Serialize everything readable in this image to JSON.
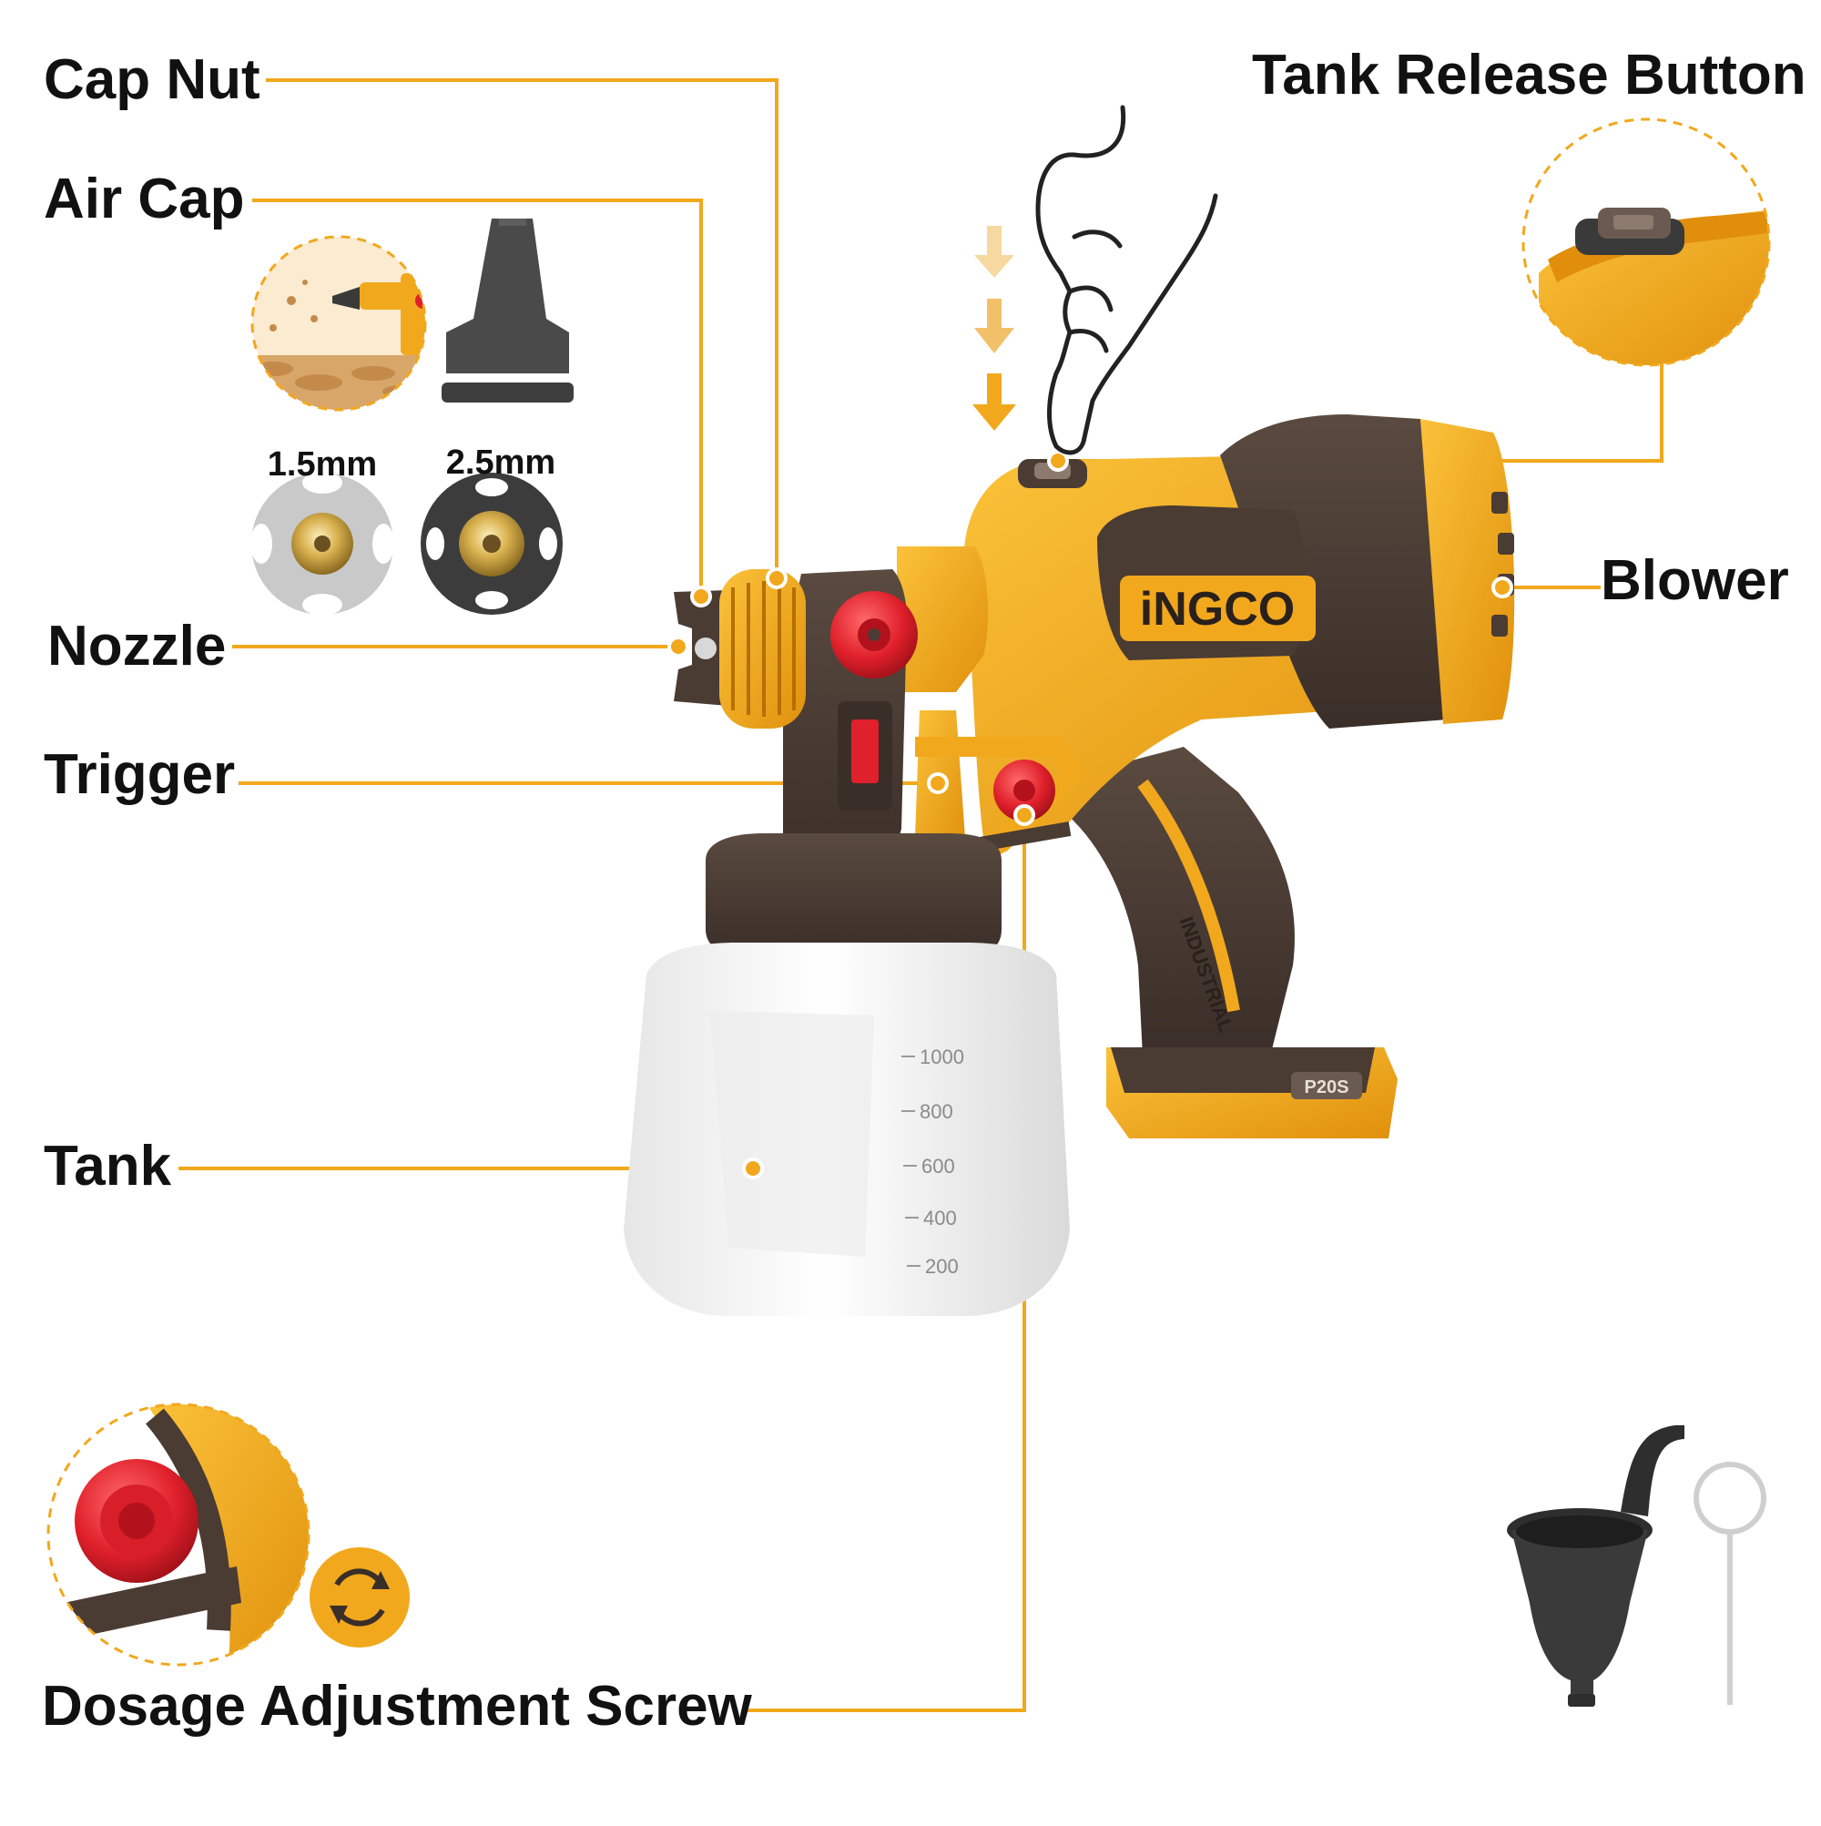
{
  "colors": {
    "accent": "#F2A81D",
    "accent_dark": "#E08E0B",
    "body_brown": "#4A3B33",
    "knob_red": "#E0202B",
    "tank_white": "#F2F2F2",
    "label_text": "#111111"
  },
  "labels": {
    "cap_nut": "Cap Nut",
    "air_cap": "Air Cap",
    "nozzle": "Nozzle",
    "trigger": "Trigger",
    "tank": "Tank",
    "tank_release_button": "Tank Release Button",
    "blower": "Blower",
    "dosage_adjustment_screw": "Dosage Adjustment Screw"
  },
  "nozzle_sizes": [
    "1.5mm",
    "2.5mm"
  ],
  "brand": "iNGCO",
  "grip_text": "INDUSTRIAL",
  "battery_model": "P20S",
  "tank_markings": [
    "1000",
    "800",
    "600",
    "400",
    "200"
  ],
  "icons": {
    "press_arrows": "arrow-down-icon",
    "hand": "finger-press-icon",
    "rotate": "rotate-icon",
    "funnel": "funnel-icon",
    "cleaning_needle": "needle-icon"
  }
}
